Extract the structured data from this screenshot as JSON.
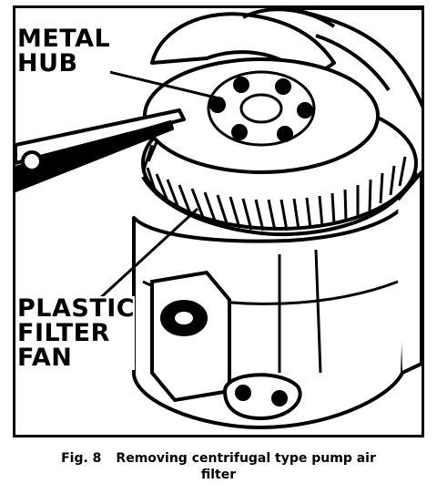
{
  "figure": {
    "callouts": {
      "metal_hub": {
        "line1": "METAL",
        "line2": "HUB"
      },
      "plastic_filter_fan": {
        "line1": "PLASTIC",
        "line2": "FILTER",
        "line3": "FAN"
      }
    },
    "caption": {
      "figure_number": "Fig. 8",
      "text_line1": "Removing centrifugal type pump air",
      "text_line2": "filter"
    }
  }
}
